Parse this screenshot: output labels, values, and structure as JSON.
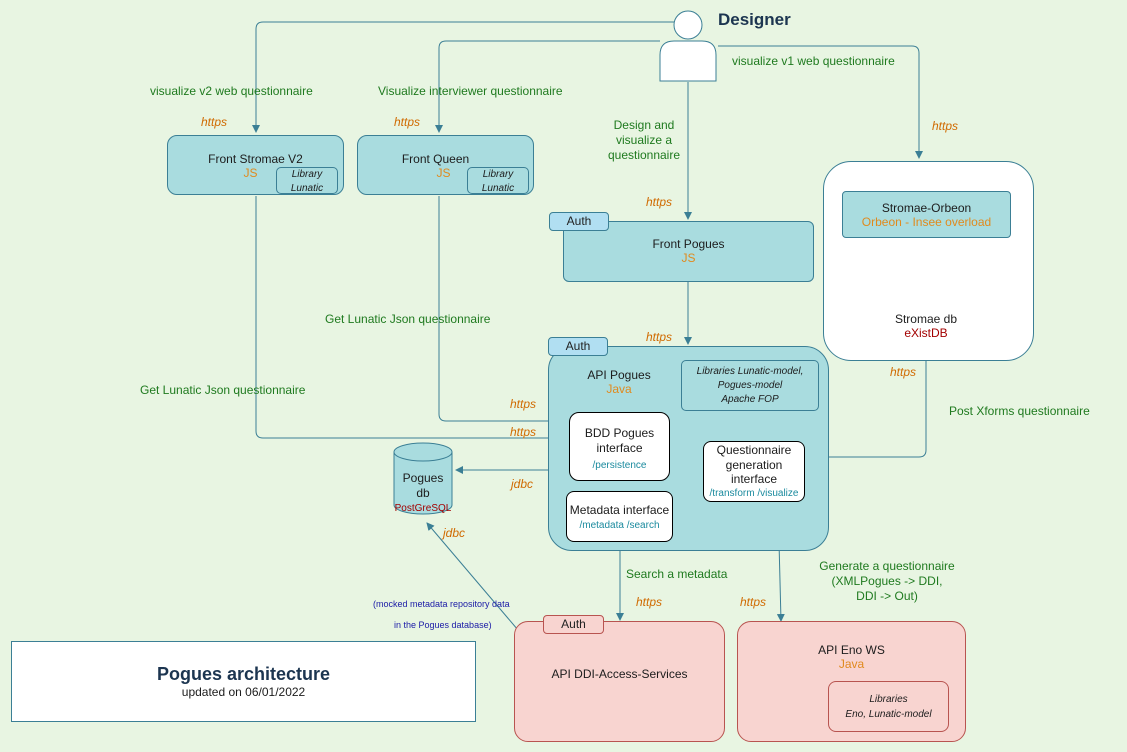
{
  "designer": {
    "label": "Designer"
  },
  "edges": {
    "v2_web": "visualize v2 web questionnaire",
    "interviewer": "Visualize interviewer questionnaire",
    "v1_web": "visualize v1 web questionnaire",
    "design": "Design and\nvisualize a\nquestionnaire",
    "get_lunatic_1": "Get Lunatic Json questionnaire",
    "get_lunatic_2": "Get Lunatic Json questionnaire",
    "post_xforms": "Post Xforms questionnaire",
    "search_metadata": "Search a metadata",
    "generate": "Generate a questionnaire\n(XMLPogues -> DDI,\nDDI -> Out)"
  },
  "protocols": {
    "https": "https",
    "jdbc": "jdbc"
  },
  "front_stromae": {
    "title": "Front Stromae V2",
    "tech": "JS",
    "lib_1": "Library",
    "lib_2": "Lunatic"
  },
  "front_queen": {
    "title": "Front Queen",
    "tech": "JS",
    "lib_1": "Library",
    "lib_2": "Lunatic"
  },
  "front_pogues": {
    "auth": "Auth",
    "title": "Front Pogues",
    "tech": "JS"
  },
  "stromae_orbeon": {
    "title": "Stromae-Orbeon",
    "tech": "Orbeon - Insee overload"
  },
  "stromae_db": {
    "title": "Stromae db",
    "tech": "eXistDB"
  },
  "api_pogues": {
    "auth": "Auth",
    "title": "API Pogues",
    "tech": "Java",
    "libraries_1": "Libraries  Lunatic-model,",
    "libraries_2": "Pogues-model",
    "libraries_3": "Apache FOP",
    "bdd_1": "BDD Pogues",
    "bdd_2": "interface",
    "bdd_path": "/persistence",
    "qgen_1": "Questionnaire",
    "qgen_2": "generation",
    "qgen_3": "interface",
    "qgen_path": "/transform /visualize",
    "meta_title": "Metadata interface",
    "meta_path": "/metadata /search"
  },
  "pogues_db": {
    "title_1": "Pogues",
    "title_2": "db",
    "tech": "PostGreSQL"
  },
  "mock_note": {
    "line_1": "(mocked metadata repository data",
    "line_2": "in the Pogues database)"
  },
  "ddi_access": {
    "auth": "Auth",
    "title": "API DDI-Access-Services"
  },
  "eno_ws": {
    "title": "API Eno WS",
    "tech": "Java",
    "lib_1": "Libraries",
    "lib_2": "Eno, Lunatic-model"
  },
  "legend": {
    "title": "Pogues architecture",
    "subtitle": "updated on 06/01/2022"
  },
  "colors": {
    "teal_fill": "#a9dcdf",
    "pink_fill": "#f8d4d0",
    "background": "#e8f5e2",
    "edge": "#3b7f95",
    "label_green": "#1f7a1f",
    "protocol_orange": "#d06a00"
  }
}
